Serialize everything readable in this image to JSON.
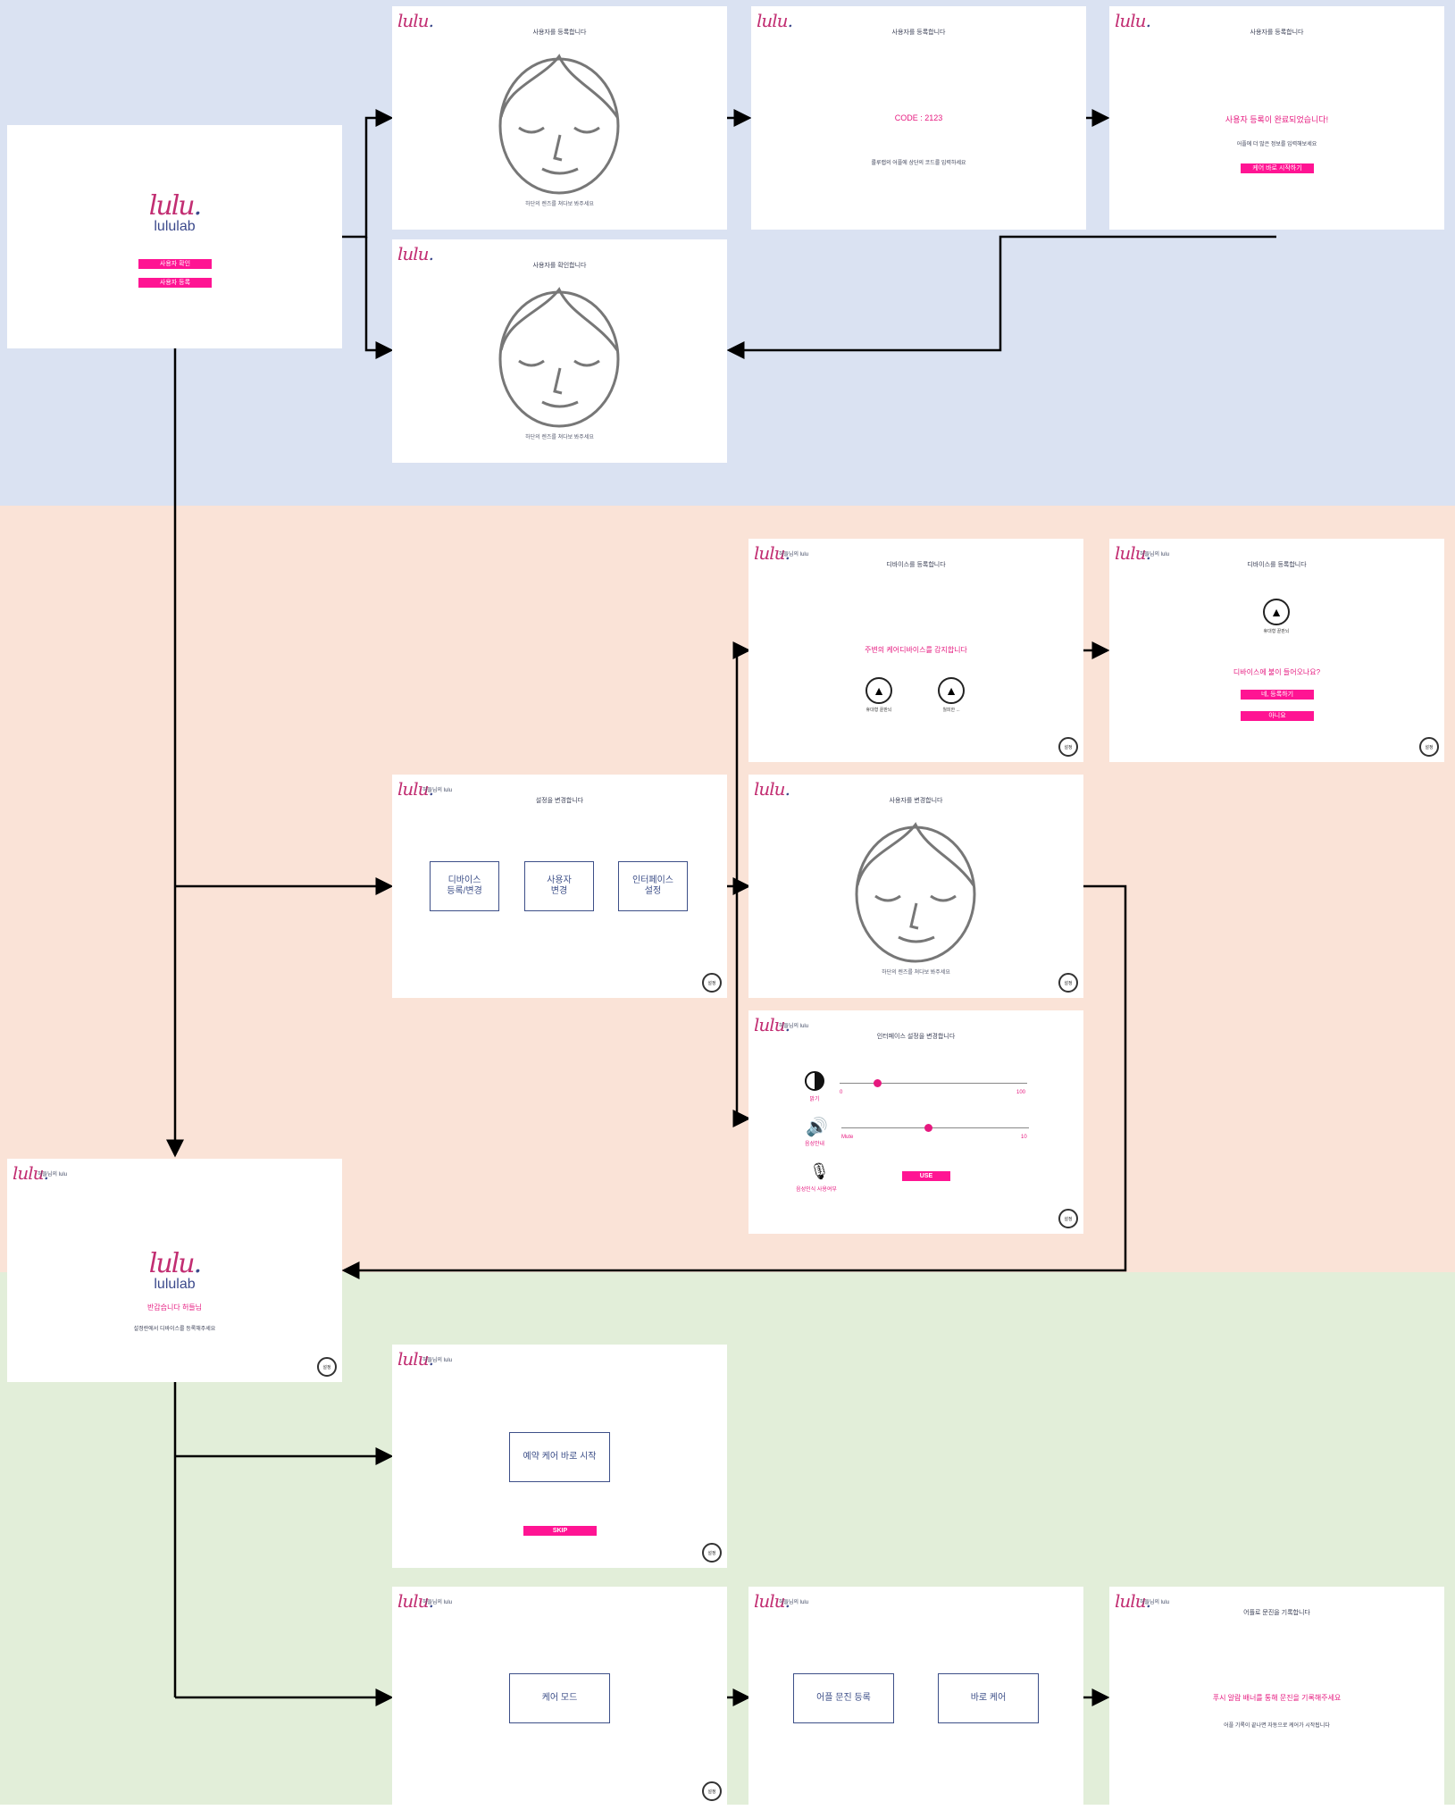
{
  "brand": {
    "logo_text": "lulu",
    "wordmark": "lululab",
    "owner": "허들님의 lulu"
  },
  "start": {
    "check_user": "사용자 확인",
    "register_user": "사용자 등록"
  },
  "register_face": {
    "title": "사용자를 등록합니다",
    "caption": "하단의 렌즈를 쳐다보 봐주세요"
  },
  "register_code": {
    "title": "사용자를 등록합니다",
    "code": "CODE : 2123",
    "instruction": "룰루랩의 어플에 상단의 코드를 입력하세요"
  },
  "register_done": {
    "title": "사용자를 등록합니다",
    "done": "사용자 등록이 완료되었습니다!",
    "sub": "어플에 더 많은 정보를 입력해보세요",
    "start_care": "케어 바로 시작하기"
  },
  "confirm_face": {
    "title": "사용자를 확인합니다",
    "caption": "하단의 렌즈를 쳐다보 봐주세요"
  },
  "device_detect": {
    "title": "디바이스를 등록합니다",
    "message": "주변의 케어디바이스를 감지합니다",
    "device_a": "휴대형 끝판뇌",
    "device_b": "월피한 ..."
  },
  "device_confirm": {
    "title": "디바이스를 등록합니다",
    "device_name": "휴대형 끝판뇌",
    "question": "디바이스에 불이 들어오나요?",
    "yes": "네, 등록하기",
    "no": "아니요"
  },
  "settings": {
    "title": "설정을 변경합니다",
    "options": [
      "디바이스\n등록/변경",
      "사용자\n변경",
      "인터페이스\n설정"
    ],
    "gear": "설정"
  },
  "change_user": {
    "title": "사용자를 변경합니다",
    "caption": "하단의 렌즈를 쳐다보 봐주세요"
  },
  "interface": {
    "title": "인터페이스 설정을 변경합니다",
    "brightness_label": "밝기",
    "brightness_min": "0",
    "brightness_max": "100",
    "brightness_value": 20,
    "volume_label": "음성안내",
    "volume_min": "Mute",
    "volume_max": "10",
    "volume_value": 46,
    "mic_label": "음성인식 사용여부",
    "use": "USE"
  },
  "welcome": {
    "greeting": "반갑습니다 허들님",
    "instruction": "설정란에서 디바이스를 등록해주세요"
  },
  "reserve": {
    "start": "예약 케어 바로 시작",
    "skip": "SKIP"
  },
  "care_mode": {
    "label": "케어 모드"
  },
  "care_choice": {
    "app_checkup": "어플 문진 등록",
    "direct_care": "바로 케어"
  },
  "app_log": {
    "title": "어플로 문진을 기록합니다",
    "message": "푸시 알람 배너를 통해 문진을 기록해주세요",
    "sub": "어플 기록이 끝나면 자동으로 케어가 시작됩니다"
  },
  "colors": {
    "pink": "#ff1493",
    "navy": "#3d4f88",
    "band_blue": "#dae2f2",
    "band_peach": "#fae3d7",
    "band_green": "#e2eed9"
  }
}
